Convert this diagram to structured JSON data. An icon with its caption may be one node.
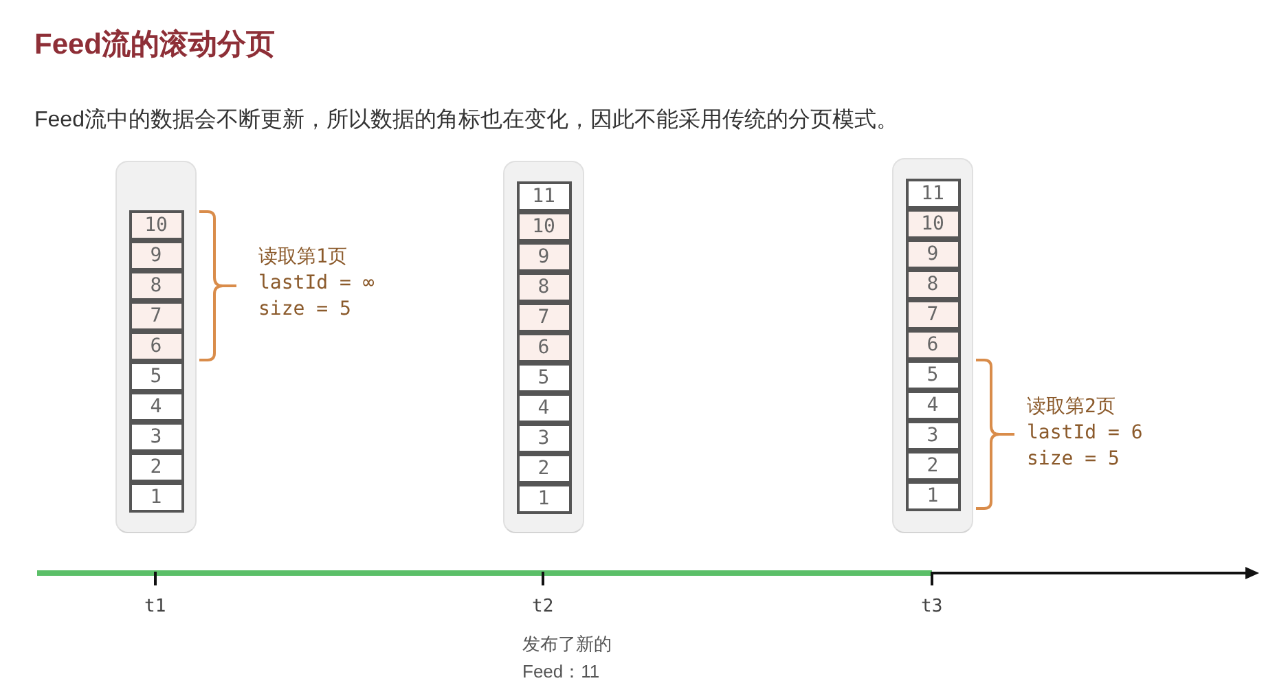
{
  "diagram": {
    "title": "Feed流的滚动分页",
    "nodes": [
      {
        "text": [],
        "shape": "box"
      },
      {
        "text": [
          "10"
        ],
        "in": 0
      },
      {
        "text": [
          "9"
        ],
        "in": 0
      },
      {
        "text": [
          "8"
        ],
        "in": 0
      },
      {
        "text": [
          "7"
        ],
        "in": 0
      },
      {
        "text": [
          "6"
        ],
        "in": 0
      },
      {
        "text": [
          "5"
        ],
        "in": 0
      },
      {
        "text": [
          "4"
        ],
        "in": 0
      },
      {
        "text": [
          "3"
        ],
        "in": 0
      },
      {
        "text": [
          "2"
        ],
        "in": 0
      },
      {
        "text": [
          "1"
        ],
        "in": 0
      },
      {
        "text": [],
        "shape": "box"
      },
      {
        "text": [
          "11"
        ],
        "in": 11
      },
      {
        "text": [
          "10"
        ],
        "in": 11
      },
      {
        "text": [
          "9"
        ],
        "in": 11
      },
      {
        "text": [
          "8"
        ],
        "in": 11
      },
      {
        "text": [
          "7"
        ],
        "in": 11
      },
      {
        "text": [
          "6"
        ],
        "in": 11
      },
      {
        "text": [
          "5"
        ],
        "in": 11
      },
      {
        "text": [
          "4"
        ],
        "in": 11
      },
      {
        "text": [
          "3"
        ],
        "in": 11
      },
      {
        "text": [
          "2"
        ],
        "in": 11
      },
      {
        "text": [
          "1"
        ],
        "in": 11
      },
      {
        "text": [],
        "shape": "box"
      },
      {
        "text": [
          "11"
        ],
        "in": 23
      },
      {
        "text": [
          "10"
        ],
        "in": 23
      },
      {
        "text": [
          "9"
        ],
        "in": 23
      },
      {
        "text": [
          "8"
        ],
        "in": 23
      },
      {
        "text": [
          "7"
        ],
        "in": 23
      },
      {
        "text": [
          "6"
        ],
        "in": 23
      },
      {
        "text": [
          "5"
        ],
        "in": 23
      },
      {
        "text": [
          "4"
        ],
        "in": 23
      },
      {
        "text": [
          "3"
        ],
        "in": 23
      },
      {
        "text": [
          "2"
        ],
        "in": 23
      },
      {
        "text": [
          "1"
        ],
        "in": 23
      }
    ],
    "labels": [
      "Feed流中的数据会不断更新，所以数据的角标也在变化，因此不能采用传统的分页模式。",
      "读取第1页",
      "lastId = ∞",
      "size = 5",
      "读取第2页",
      "lastId = 6",
      "size = 5",
      "t1",
      "t2",
      "t3",
      "发布了新的Feed：11"
    ]
  }
}
